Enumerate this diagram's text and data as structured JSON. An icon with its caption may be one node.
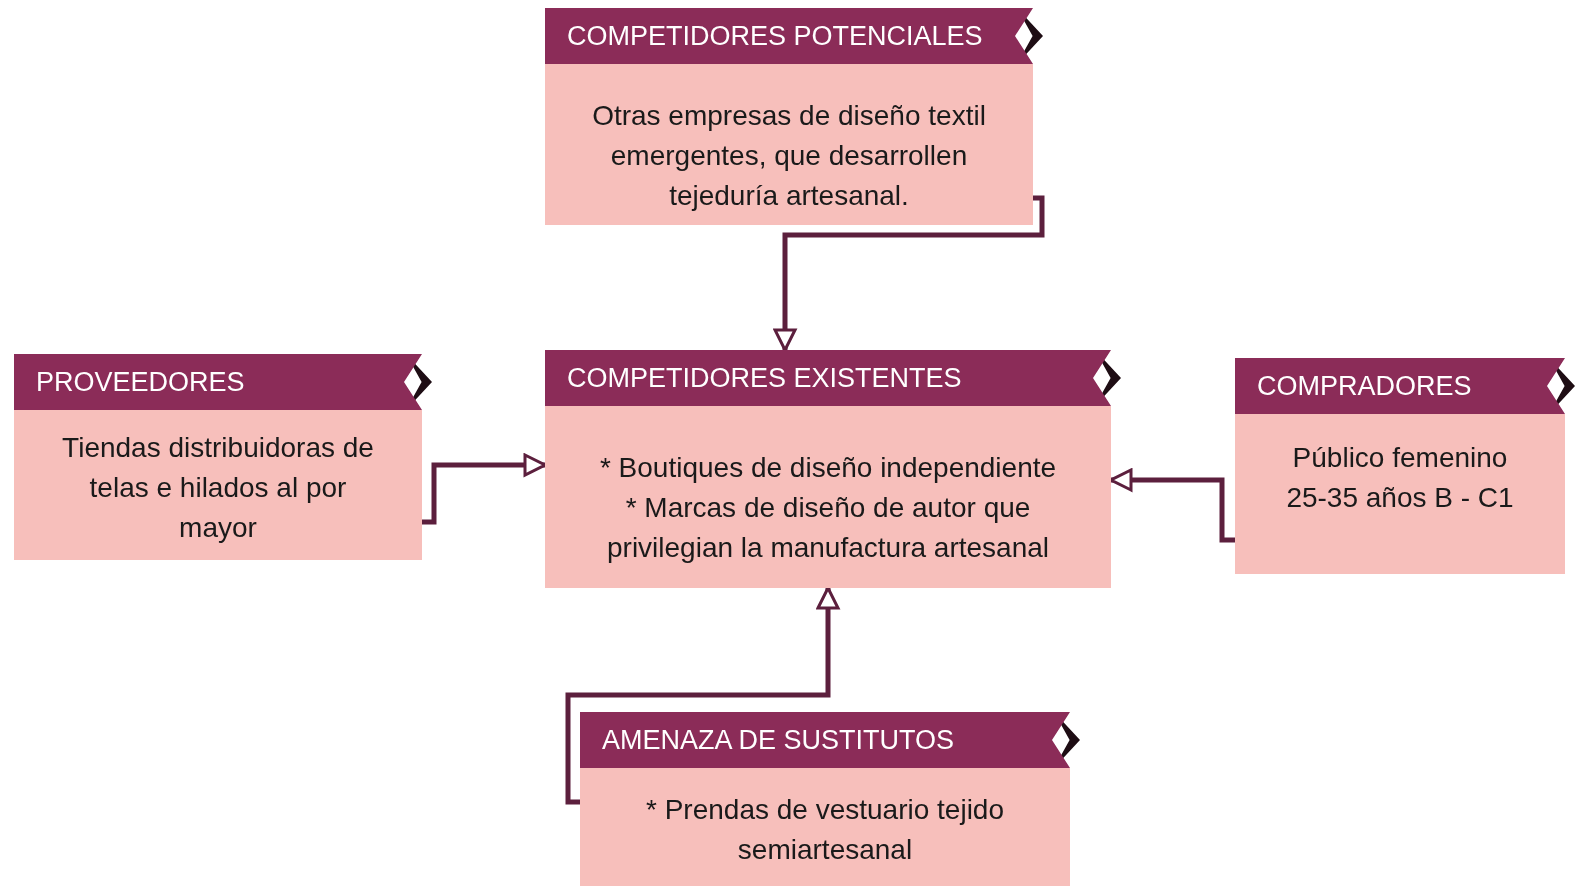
{
  "diagram": {
    "nodes": [
      {
        "text": [
          "COMPETIDORES POTENCIALES",
          "Otras empresas de diseño textil emergentes, que desarrollen tejeduría artesanal."
        ]
      },
      {
        "text": [
          "PROVEEDORES",
          "Tiendas distribuidoras de telas e hilados al por mayor"
        ]
      },
      {
        "text": [
          "COMPETIDORES EXISTENTES",
          "* Boutiques de diseño independiente * Marcas de diseño de autor que privilegian la manufactura artesanal"
        ]
      },
      {
        "text": [
          "COMPRADORES",
          "Público femenino 25-35 años B - C1"
        ]
      },
      {
        "text": [
          "AMENAZA DE SUSTITUTOS",
          "* Prendas de vestuario tejido semiartesanal"
        ]
      }
    ],
    "edges": [
      {
        "from": 0,
        "to": 2,
        "arrow": "to"
      },
      {
        "from": 1,
        "to": 2,
        "arrow": "to"
      },
      {
        "from": 3,
        "to": 2,
        "arrow": "to"
      },
      {
        "from": 4,
        "to": 2,
        "arrow": "to"
      }
    ]
  }
}
